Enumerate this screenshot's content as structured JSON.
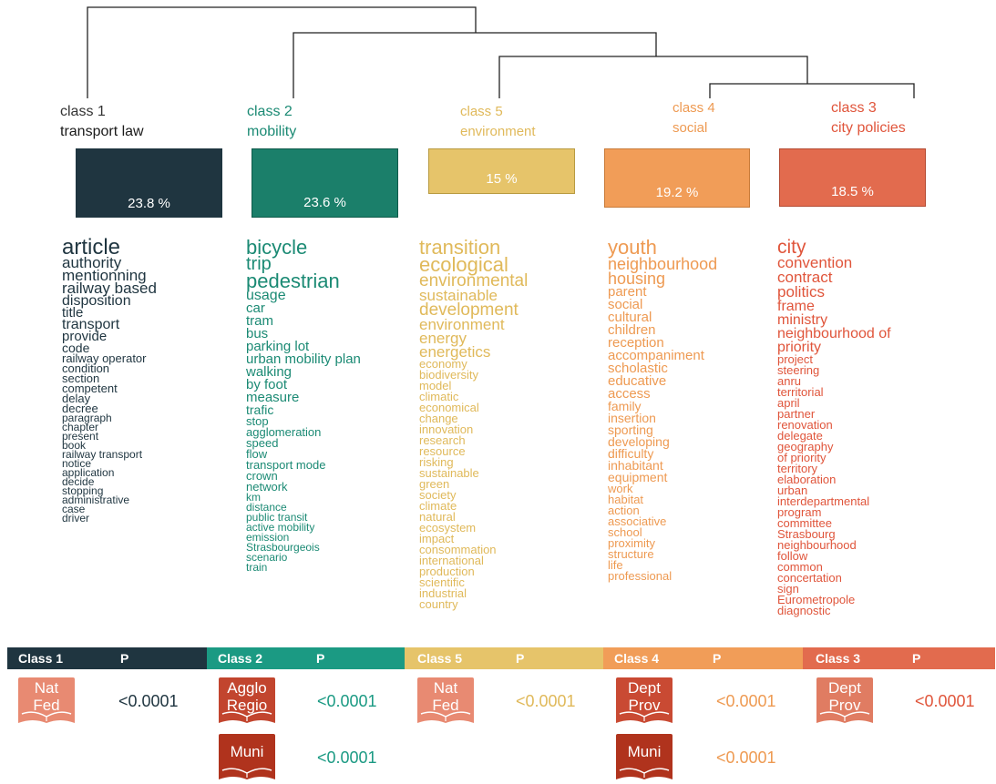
{
  "classes": [
    {
      "id": "c1",
      "name": "class 1",
      "label": "transport law",
      "percent": "23.8 %",
      "header": "Class 1",
      "color": "#1f3540",
      "text_color": "#1f3540",
      "words": [
        "article",
        "authority",
        "mentionning",
        "railway based",
        "disposition",
        "title",
        "transport",
        "provide",
        "code",
        "railway operator",
        "condition",
        "section",
        "competent",
        "delay",
        "decree",
        "paragraph",
        "chapter",
        "present",
        "book",
        "railway transport",
        "notice",
        "application",
        "decide",
        "stopping",
        "administrative",
        "case",
        "driver"
      ]
    },
    {
      "id": "c2",
      "name": "class 2",
      "label": "mobility",
      "percent": "23.6 %",
      "header": "Class 2",
      "color": "#1b7f6a",
      "text_color": "#1b8a74",
      "words": [
        "bicycle",
        "trip",
        "pedestrian",
        "usage",
        "car",
        "tram",
        "bus",
        "parking lot",
        "urban mobility plan",
        "walking",
        "by foot",
        "measure",
        "trafic",
        "stop",
        "agglomeration",
        "speed",
        "flow",
        "transport mode",
        "crown",
        "network",
        "km",
        "distance",
        "public transit",
        "active mobility",
        "emission",
        "Strasbourgeois",
        "scenario",
        "train"
      ]
    },
    {
      "id": "c5",
      "name": "class 5",
      "label": "environment",
      "percent": "15 %",
      "header": "Class 5",
      "color": "#e6c46a",
      "text_color": "#e0b95a",
      "words": [
        "transition",
        "ecological",
        "environmental",
        "sustainable",
        "development",
        "environment",
        "energy",
        "energetics",
        "economy",
        "biodiversity",
        "model",
        "climatic",
        "economical",
        "change",
        "innovation",
        "research",
        "resource",
        "risking",
        "sustainable",
        "green",
        "society",
        "climate",
        "natural",
        "ecosystem",
        "impact",
        "consommation",
        "international",
        "production",
        "scientific",
        "industrial",
        "country"
      ]
    },
    {
      "id": "c4",
      "name": "class 4",
      "label": "social",
      "percent": "19.2 %",
      "header": "Class 4",
      "color": "#f19d58",
      "text_color": "#ee9a52",
      "words": [
        "youth",
        "neighbourhood",
        "housing",
        "parent",
        "social",
        "cultural",
        "children",
        "reception",
        "accompaniment",
        "scholastic",
        "educative",
        "access",
        "family",
        "insertion",
        "sporting",
        "developing",
        "difficulty",
        "inhabitant",
        "equipment",
        "work",
        "habitat",
        "action",
        "associative",
        "school",
        "proximity",
        "structure",
        "life",
        "professional"
      ]
    },
    {
      "id": "c3",
      "name": "class 3",
      "label": "city policies",
      "percent": "18.5 %",
      "header": "Class 3",
      "color": "#e26b4e",
      "text_color": "#e0553b",
      "words": [
        "city",
        "convention",
        "contract",
        "politics",
        "frame",
        "ministry",
        "neighbourhood of",
        "priority",
        "project",
        "steering",
        "anru",
        "territorial",
        "april",
        "partner",
        "renovation",
        "delegate",
        "geography",
        "of priority",
        "territory",
        "elaboration",
        "urban",
        "interdepartmental",
        "program",
        "committee",
        "Strasbourg",
        "neighbourhood",
        "follow",
        "common",
        "concertation",
        "sign",
        "Eurometropole",
        "diagnostic"
      ]
    }
  ],
  "table": {
    "p_header": "P",
    "rows": [
      {
        "class": "c1",
        "items": [
          {
            "line1": "Nat",
            "line2": "Fed",
            "book_color": "#e88a72",
            "p": "<0.0001"
          }
        ]
      },
      {
        "class": "c2",
        "items": [
          {
            "line1": "Agglo",
            "line2": "Regio",
            "book_color": "#c2452e",
            "p": "<0.0001"
          },
          {
            "line1": "Muni",
            "line2": "",
            "book_color": "#b0331d",
            "p": "<0.0001"
          }
        ]
      },
      {
        "class": "c5",
        "items": [
          {
            "line1": "Nat",
            "line2": "Fed",
            "book_color": "#e88a72",
            "p": "<0.0001"
          }
        ]
      },
      {
        "class": "c4",
        "items": [
          {
            "line1": "Dept",
            "line2": "Prov",
            "book_color": "#c94a33",
            "p": "<0.0001"
          },
          {
            "line1": "Muni",
            "line2": "",
            "book_color": "#b0331d",
            "p": "<0.0001"
          }
        ]
      },
      {
        "class": "c3",
        "items": [
          {
            "line1": "Dept",
            "line2": "Prov",
            "book_color": "#e07c62",
            "p": "<0.0001"
          }
        ]
      }
    ]
  }
}
